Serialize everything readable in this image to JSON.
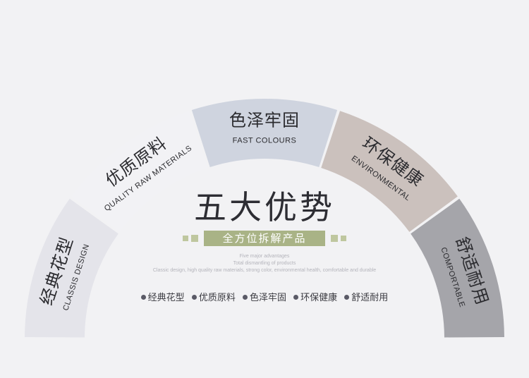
{
  "title": "五大优势",
  "banner": "全方位拆解产品",
  "subtitle_lines": [
    "Five major advantages",
    "Total dismantling of products",
    "Classic design, high quality raw materials, strong color, environmental health, comfortable and durable"
  ],
  "segments": [
    {
      "cn": "经典花型",
      "en": "CLASSIS DESIGN",
      "color": "#e4e4ea"
    },
    {
      "cn": "优质原料",
      "en": "QUALITY RAW MATERIALS",
      "color": "#f2f2f5"
    },
    {
      "cn": "色泽牢固",
      "en": "FAST COLOURS",
      "color": "#cfd4df"
    },
    {
      "cn": "环保健康",
      "en": "ENVIRONMENTAL",
      "color": "#cbc1bd"
    },
    {
      "cn": "舒适耐用",
      "en": "COMPORTABLE",
      "color": "#a5a5aa"
    }
  ],
  "bullets": [
    "经典花型",
    "优质原料",
    "色泽牢固",
    "环保健康",
    "舒适耐用"
  ]
}
